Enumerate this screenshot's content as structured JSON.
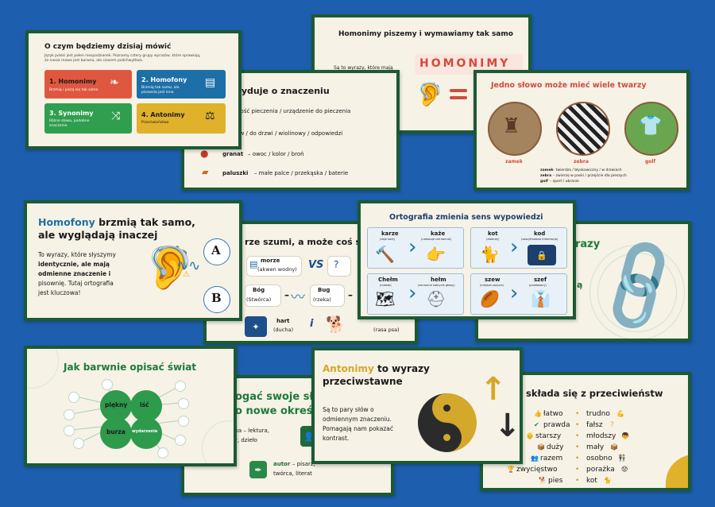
{
  "s1": {
    "title": "O czym będziemy dzisiaj mówić",
    "desc1": "Język polski jest pełen niespodzianek. Poznamy cztery grupy wyrazów, które sprawiają,",
    "desc2": "że nasza mowa jest barwna, ale czasem podchwytliwa.",
    "cards": [
      {
        "title": "1. Homonimy",
        "sub": "Brzmią i piszą się tak samo",
        "color": "#e0573f"
      },
      {
        "title": "2. Homofony",
        "sub": "Brzmią tak samo, ale pisownia jest inna",
        "color": "#1d6fa8"
      },
      {
        "title": "3. Synonimy",
        "sub": "Różne słowa, podobne znaczenie",
        "color": "#2f9e4f"
      },
      {
        "title": "4. Antonimy",
        "sub": "Przeciwieństwa",
        "color": "#e0b12b"
      }
    ]
  },
  "s2": {
    "title": "decyduje o znaczeniu",
    "items": [
      "czynność pieczenia / urządzenie do pieczenia",
      "ptaków / do drzwi / wiolinowy / odpowiedzi",
      "– owoc / kolor / broń"
    ],
    "item3_bold": "granat",
    "item4_bold": "paluszki",
    "item4_rest": "– małe palce / przekąska / baterie"
  },
  "s3": {
    "title": "Homonimy piszemy i wymawiamy tak samo",
    "body": "Są to wyrazy, które mają",
    "badge": "HOMONIMY"
  },
  "s4": {
    "title": "Jedno słowo może mieć wiele twarzy",
    "labels": [
      "zamek",
      "zebra",
      "golf"
    ],
    "notes": [
      {
        "word": "zamek",
        "rest": "– twierdza / błyskawiczny / w drzwiach"
      },
      {
        "word": "zebra",
        "rest": "– zwierzę w paski / przejście dla pieszych"
      },
      {
        "word": "golf",
        "rest": "– sport / ubranie"
      }
    ]
  },
  "s5": {
    "title_hl": "Homofony",
    "title_rest": "brzmią tak samo,",
    "title2": "ale wyglądają inaczej",
    "body": [
      "To wyrazy, które słyszymy",
      "identycznie, ale mają",
      "odmienne znaczenie i",
      "pisownię. Tutaj ortografia",
      "jest kluczowa!"
    ],
    "letter_a": "A",
    "letter_b": "B"
  },
  "s6": {
    "title": "rze szumi, a może coś się",
    "pairs": [
      {
        "w": "morze",
        "s": "(akwen wodny)"
      },
      {
        "w": "Bóg",
        "s": "(Stwórca)"
      },
      {
        "w": "Bug",
        "s": "(rzeka)"
      },
      {
        "w": "hart",
        "s": "(ducha)"
      },
      {
        "w": "",
        "s": "(rasa psa)"
      }
    ],
    "vs": "VS"
  },
  "s7": {
    "title": "Ortografia zmienia sens wypowiedzi",
    "cells": [
      {
        "a": "karze",
        "as": "(daje karę)",
        "b": "każe",
        "bs": "(nakazuje coś komuś)"
      },
      {
        "a": "kot",
        "as": "(zwierzę)",
        "b": "kod",
        "bs": "(zaszyfrowana informacja)"
      },
      {
        "a": "Chełm",
        "as": "(miasto)",
        "b": "hełm",
        "bs": "(ochronne nakrycie głowy)"
      },
      {
        "a": "szew",
        "as": "(miejsce zszycia)",
        "b": "szef",
        "bs": "(przełożony)"
      }
    ]
  },
  "s8": {
    "title": "razy"
  },
  "s9": {
    "title": "Jak barwnie opisać świat",
    "center": [
      "piękny",
      "iść",
      "burza",
      "wydarzenie"
    ]
  },
  "s10": {
    "title1": "ogać swoje sło",
    "title2": "o nowe okreś",
    "item1": "ka – lektura,",
    "item1b": "r, dzieło",
    "item2_bold": "autor",
    "item2_rest": "– pisarz,",
    "item2b": "twórca, literat"
  },
  "s11": {
    "title_hl": "Antonimy",
    "title_rest": "to wyrazy",
    "title2": "przeciwstawne",
    "body": [
      "Są to pary słów o",
      "odmiennym znaczeniu.",
      "Pomagają nam pokazać",
      "kontrast."
    ]
  },
  "s12": {
    "title": "składa się z przeciwieństw",
    "left": [
      "łatwo",
      "prawda",
      "starszy",
      "duży",
      "razem",
      "zwycięstwo",
      "pies"
    ],
    "right": [
      "trudno",
      "fałsz",
      "młodszy",
      "mały",
      "osobno",
      "porażka",
      "kot"
    ]
  },
  "colors": {
    "background": "#1d5fae",
    "frame": "#1c5a33",
    "slide_bg": "#f6f2e6",
    "accent_green": "#1e7a3c",
    "accent_orange": "#c96a1c"
  }
}
